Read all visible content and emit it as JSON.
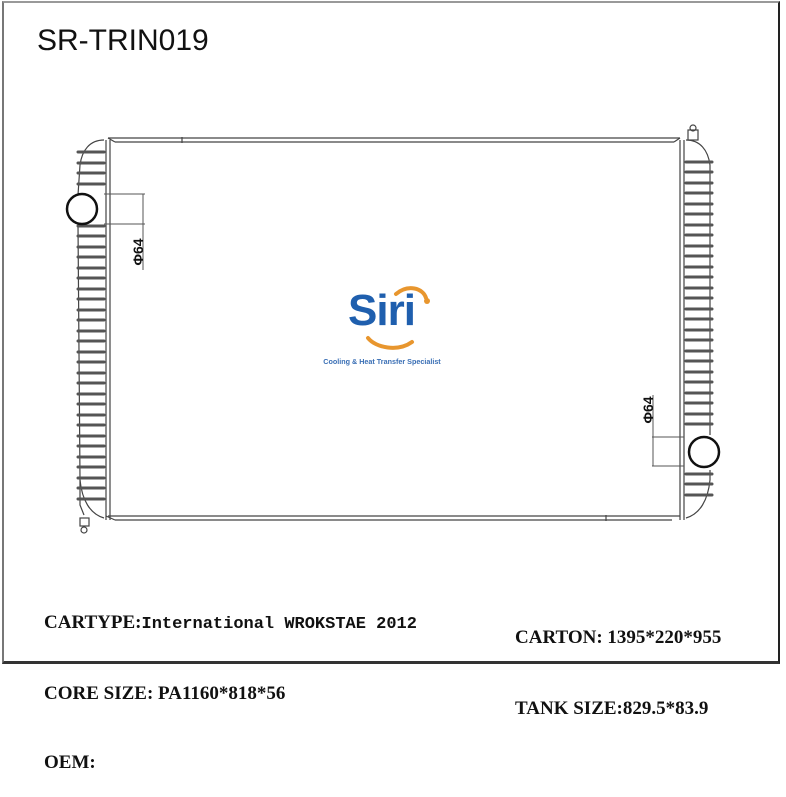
{
  "header": {
    "part_number": "SR-TRIN019"
  },
  "logo": {
    "brand": "Siri",
    "tagline": "Cooling & Heat Transfer Specialist",
    "colors": {
      "text": "#1f5fae",
      "arc": "#e8962e"
    }
  },
  "drawing": {
    "inlet_dimension": "Φ64",
    "outlet_dimension": "Φ64"
  },
  "specs_left": {
    "cartype_label": "CARTYPE:",
    "cartype_value": "International WROKSTAE 2012",
    "core_size_label": "CORE SIZE: ",
    "core_size_value": "PA1160*818*56",
    "oem_label": "OEM:",
    "oem_value": ""
  },
  "specs_right": {
    "carton_label": "CARTON: ",
    "carton_value": "1395*220*955",
    "tank_size_label": "TANK SIZE:",
    "tank_size_value": "829.5*83.9"
  }
}
